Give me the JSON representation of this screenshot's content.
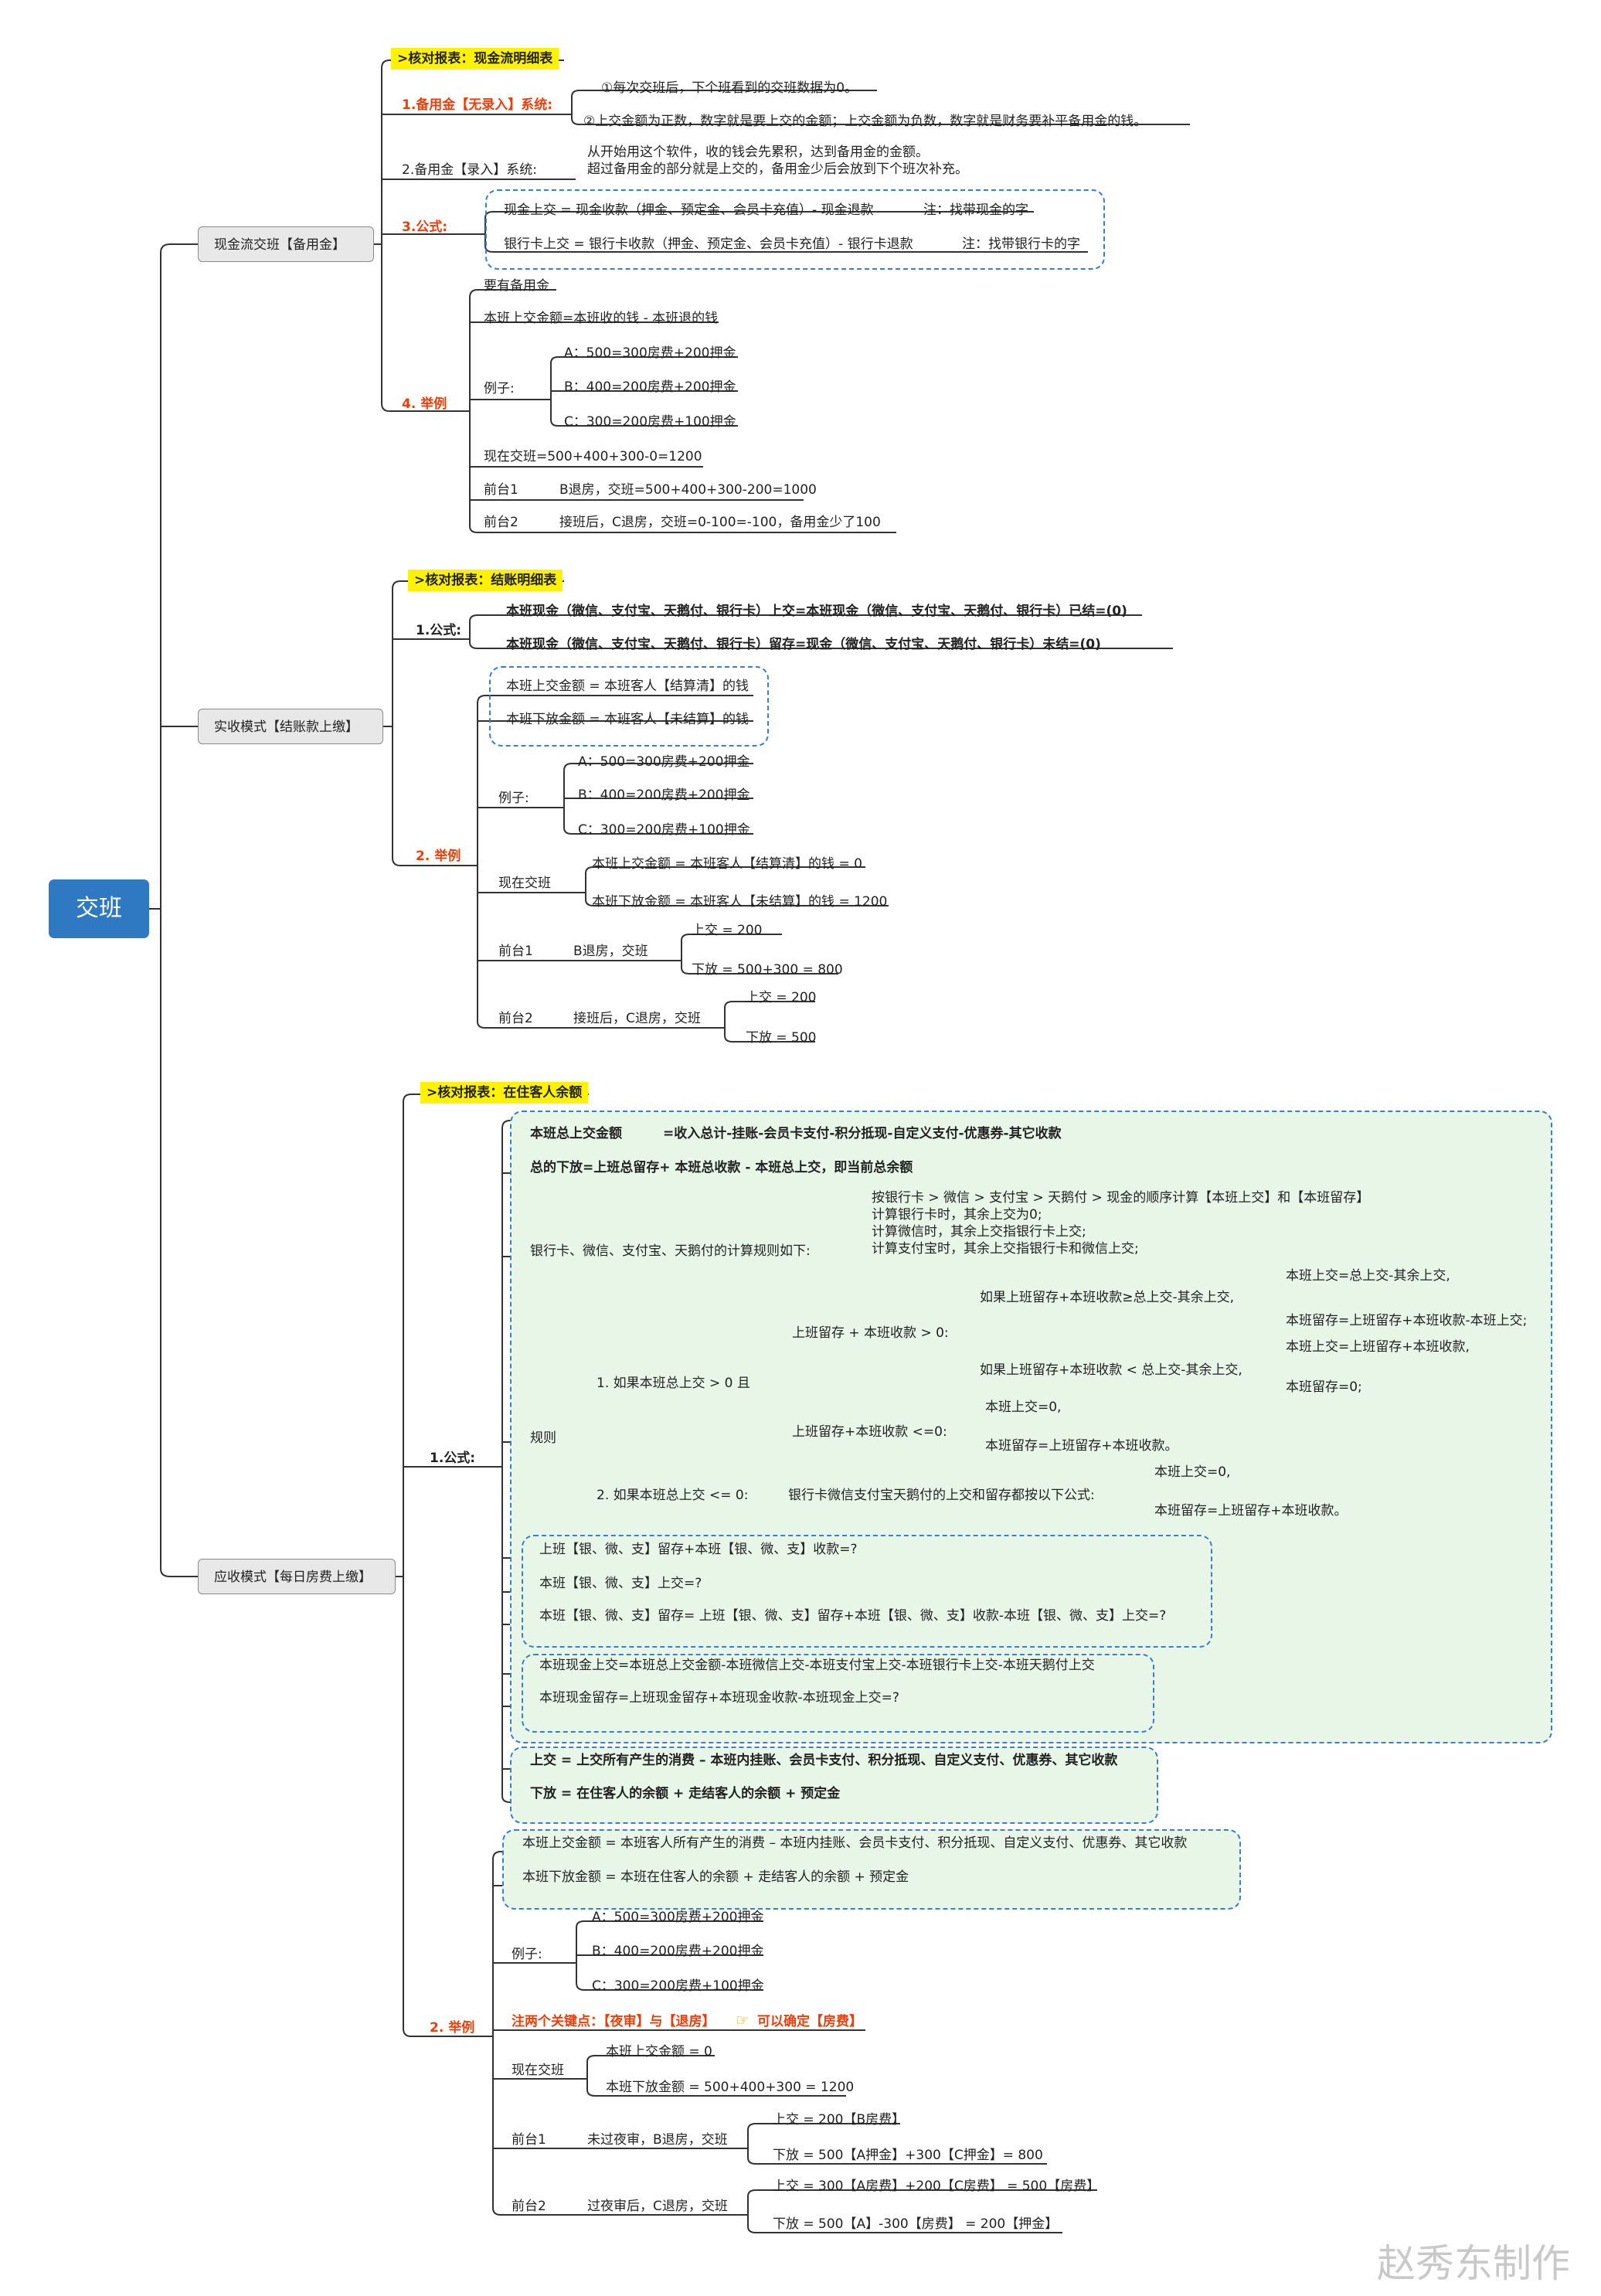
{
  "root": "交班",
  "signature": "赵秀东制作",
  "cat1": {
    "label": "现金流交班【备用金】",
    "check": ">核对报表：现金流明细表",
    "n1": "1.备用金【无录入】系统:",
    "n1_a": "①每次交班后，下个班看到的交班数据为0。",
    "n1_b": "②上交金额为正数，数字就是要上交的金额；上交金额为负数，数字就是财务要补平备用金的钱。",
    "n2": "2.备用金【录入】系统:",
    "n2_a": "从开始用这个软件，收的钱会先累积，达到备用金的金额。",
    "n2_b": "超过备用金的部分就是上交的，备用金少后会放到下个班次补充。",
    "n3": "3.公式:",
    "f1": "现金上交 = 现金收款（押金、预定金、会员卡充值）- 现金退款",
    "f1_note": "注：找带现金的字",
    "f2": "银行卡上交 = 银行卡收款（押金、预定金、会员卡充值）- 银行卡退款",
    "f2_note": "注：找带银行卡的字",
    "n4": "4. 举例",
    "e_head": "要有备用金",
    "e_rule": "本班上交金额=本班收的钱 - 本班退的钱",
    "e_label": "例子:",
    "e_a": "A：500=300房费+200押金",
    "e_b": "B：400=200房费+200押金",
    "e_c": "C：300=200房费+100押金",
    "e_now": "现在交班=500+400+300-0=1200",
    "e_f1": "前台1",
    "e_f1_t": "B退房，交班=500+400+300-200=1000",
    "e_f2": "前台2",
    "e_f2_t": "接班后，C退房，交班=0-100=-100，备用金少了100"
  },
  "cat2": {
    "label": "实收模式【结账款上缴】",
    "check": ">核对报表：结账明细表",
    "n1": "1.公式:",
    "f1": "本班现金（微信、支付宝、天鹅付、银行卡）上交=本班现金（微信、支付宝、天鹅付、银行卡）已结=(0)",
    "f2": "本班现金（微信、支付宝、天鹅付、银行卡）留存=现金（微信、支付宝、天鹅付、银行卡）未结=(0)",
    "b1": "本班上交金额 = 本班客人【结算清】的钱",
    "b2": "本班下放金额 = 本班客人【未结算】的钱",
    "n2": "2. 举例",
    "e_label": "例子:",
    "e_a": "A：500=300房费+200押金",
    "e_b": "B：400=200房费+200押金",
    "e_c": "C：300=200房费+100押金",
    "now": "现在交班",
    "now_a": "本班上交金额 = 本班客人【结算清】的钱 = 0",
    "now_b": "本班下放金额 = 本班客人【未结算】的钱 = 1200",
    "f1n": "前台1",
    "f1n_t": "B退房，交班",
    "f1n_a": "上交 = 200",
    "f1n_b": "下放 = 500+300 = 800",
    "f2n": "前台2",
    "f2n_t": "接班后，C退房，交班",
    "f2n_a": "上交 = 200",
    "f2n_b": "下放 = 500"
  },
  "cat3": {
    "label": "应收模式【每日房费上缴】",
    "check": ">核对报表：在住客人余额",
    "n1": "1.公式:",
    "g1_a": "本班总上交金额",
    "g1_b": "=收入总计-挂账-会员卡支付-积分抵现-自定义支付-优惠券-其它收款",
    "g2": "总的下放=上班总留存+ 本班总收款 - 本班总上交，即当前总余额",
    "bank_label": "银行卡、微信、支付宝、天鹅付的计算规则如下:",
    "bank_1": "按银行卡 > 微信 > 支付宝 > 天鹅付 > 现金的顺序计算【本班上交】和【本班留存】",
    "bank_2": "计算银行卡时，其余上交为0;",
    "bank_3": "计算微信时，其余上交指银行卡上交;",
    "bank_4": "计算支付宝时，其余上交指银行卡和微信上交;",
    "rule": "规则",
    "r1": "1. 如果本班总上交 > 0 且",
    "r1a": "上班留存 + 本班收款 > 0:",
    "r1a1": "如果上班留存+本班收款≥总上交-其余上交,",
    "r1a1_x": "本班上交=总上交-其余上交,",
    "r1a1_y": "本班留存=上班留存+本班收款-本班上交;",
    "r1a2": "如果上班留存+本班收款 < 总上交-其余上交,",
    "r1a2_x": "本班上交=上班留存+本班收款,",
    "r1a2_y": "本班留存=0;",
    "r1b": "上班留存+本班收款 <=0:",
    "r1b_x": "本班上交=0,",
    "r1b_y": "本班留存=上班留存+本班收款。",
    "r2": "2. 如果本班总上交 <= 0:",
    "r2a": "银行卡微信支付宝天鹅付的上交和留存都按以下公式:",
    "r2a_x": "本班上交=0,",
    "r2a_y": "本班留存=上班留存+本班收款。",
    "q1": "上班【银、微、支】留存+本班【银、微、支】收款=?",
    "q2": "本班【银、微、支】上交=?",
    "q3": "本班【银、微、支】留存= 上班【银、微、支】留存+本班【银、微、支】收款-本班【银、微、支】上交=?",
    "c1": "本班现金上交=本班总上交金额-本班微信上交-本班支付宝上交-本班银行卡上交-本班天鹅付上交",
    "c2": "本班现金留存=上班现金留存+本班现金收款-本班现金上交=?",
    "s1": "上交 = 上交所有产生的消费 – 本班内挂账、会员卡支付、积分抵现、自定义支付、优惠券、其它收款",
    "s2": "下放 = 在住客人的余额 + 走结客人的余额 + 预定金",
    "p1": "本班上交金额 = 本班客人所有产生的消费 – 本班内挂账、会员卡支付、积分抵现、自定义支付、优惠券、其它收款",
    "p2": "本班下放金额 = 本班在住客人的余额 + 走结客人的余额 + 预定金",
    "n2": "2. 举例",
    "e_label": "例子:",
    "e_a": "A：500=300房费+200押金",
    "e_b": "B：400=200房费+200押金",
    "e_c": "C：300=200房费+100押金",
    "key": "注两个关键点：【夜审】与【退房】",
    "key_b": "可以确定【房费】",
    "now": "现在交班",
    "now_a": "本班上交金额 = 0",
    "now_b": "本班下放金额 =  500+400+300 = 1200",
    "f1n": "前台1",
    "f1n_t": "未过夜审，B退房，交班",
    "f1n_a": "上交 = 200【B房费】",
    "f1n_b": "下放 = 500【A押金】+300【C押金】= 800",
    "f2n": "前台2",
    "f2n_t": "过夜审后，C退房，交班",
    "f2n_a": "上交 = 300【A房费】+200【C房费】 = 500【房费】",
    "f2n_b": "下放 = 500【A】-300【房费】 = 200【押金】"
  }
}
